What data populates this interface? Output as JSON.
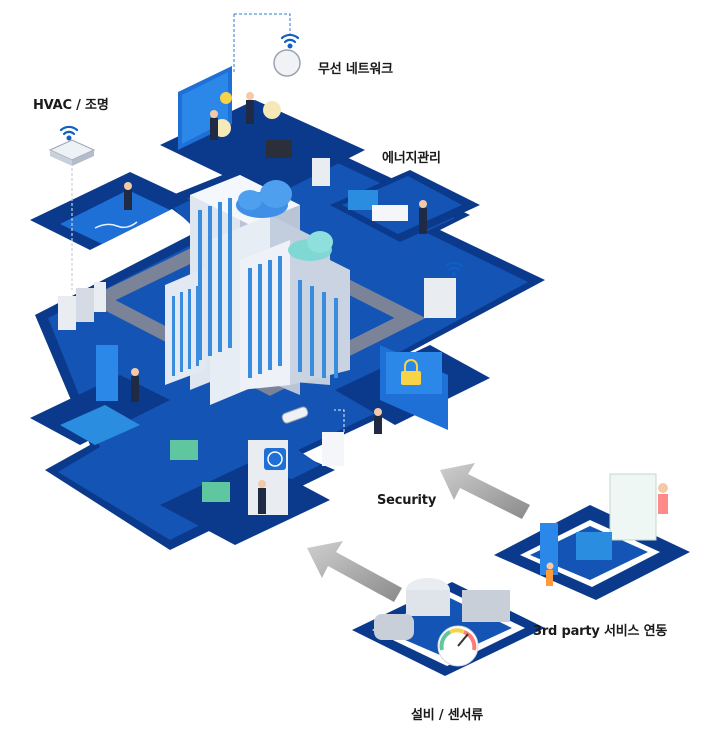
{
  "labels": {
    "wireless": "무선 네트워크",
    "hvac": "HVAC / 조명",
    "energy": "에너지관리",
    "security": "Security",
    "third_party": "3rd party 서비스 연동",
    "equipment": "설비 / 센서류"
  },
  "icons": [
    "wifi-icon",
    "cloud-icon",
    "fingerprint-icon",
    "shield-lock-icon",
    "cctv-camera-icon",
    "ceiling-ac-icon",
    "gauge-icon"
  ],
  "colors": {
    "platform_dark": "#0b3a8c",
    "platform_mid": "#1354b4",
    "platform_light": "#1e6fd6",
    "road": "#6f7a8e",
    "tower": "#cfd8e6",
    "window": "#3a8dde",
    "arrow": "#9a9a9a"
  }
}
